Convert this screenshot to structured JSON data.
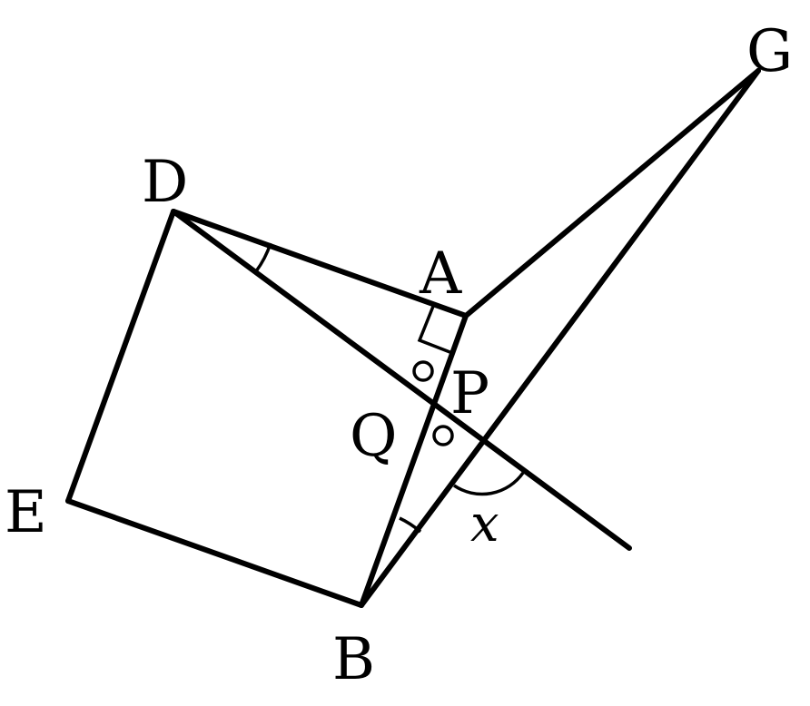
{
  "figure": {
    "labels": {
      "A": "A",
      "B": "B",
      "D": "D",
      "E": "E",
      "G": "G",
      "P": "P",
      "Q": "Q"
    },
    "angle_label": "x"
  }
}
